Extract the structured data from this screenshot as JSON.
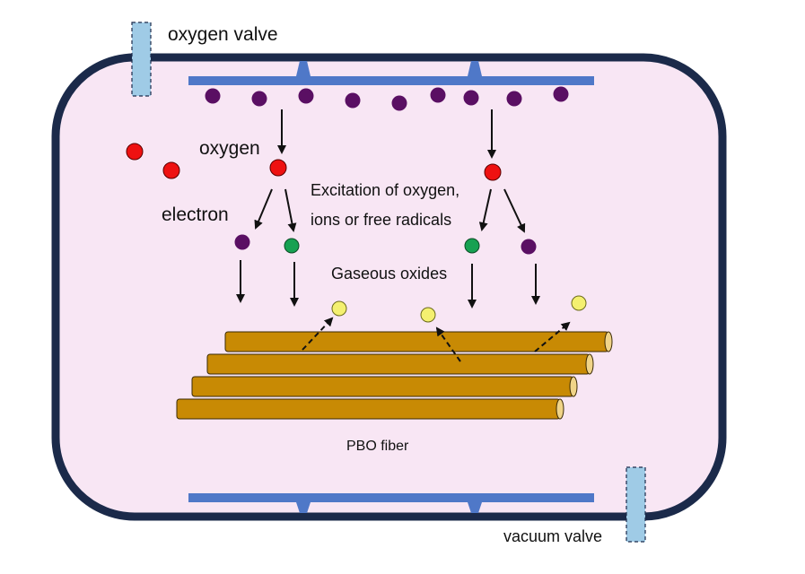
{
  "labels": {
    "oxygen_valve": "oxygen valve",
    "vacuum_valve": "vacuum valve",
    "oxygen": "oxygen",
    "electron": "electron",
    "excitation_line1": "Excitation of oxygen,",
    "excitation_line2": "ions or free radicals",
    "gaseous_oxides": "Gaseous oxides",
    "pbo_fiber": "PBO fiber"
  },
  "colors": {
    "chamber_fill": "#f8e6f4",
    "chamber_border": "#1b2a4a",
    "electrode": "#4f78c8",
    "valve": "#9fcbe6",
    "electron": "#5a0f63",
    "oxygen": "#ee1111",
    "radical": "#17a152",
    "oxide": "#f4f070",
    "fiber": "#c88a04",
    "fiber_end": "#f0d488",
    "arrow": "#111111"
  }
}
